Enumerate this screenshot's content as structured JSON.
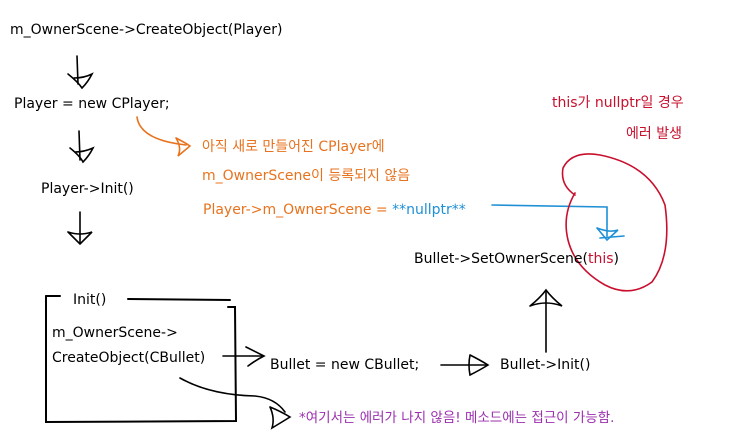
{
  "steps": {
    "create_object": "m_OwnerScene->CreateObject(Player)",
    "player_new": "Player = new CPlayer;",
    "player_init": "Player->Init()",
    "init_box_title": "Init()",
    "init_line1": "m_OwnerScene->",
    "init_line2": "CreateObject(CBullet)",
    "bullet_new": "Bullet = new CBullet;",
    "bullet_init": "Bullet->Init()",
    "set_owner_prefix": "Bullet->SetOwnerScene(",
    "set_owner_this": "this",
    "set_owner_suffix": ")"
  },
  "notes": {
    "orange_line1": "아직 새로 만들어진 CPlayer에",
    "orange_line2": "m_OwnerScene이 등록되지 않음",
    "nullptr_prefix": "Player->m_OwnerScene = ",
    "nullptr_value": "**nullptr**",
    "red_line1": "this가 nullptr일 경우",
    "red_line2": "에러 발생",
    "purple_note": "*여기서는 에러가 나지 않음! 메소드에는 접근이 가능함."
  },
  "colors": {
    "orange": "#e8731f",
    "red": "#c8102e",
    "purple": "#9b2fae",
    "blue": "#1f8fd6",
    "ink": "#000000"
  }
}
